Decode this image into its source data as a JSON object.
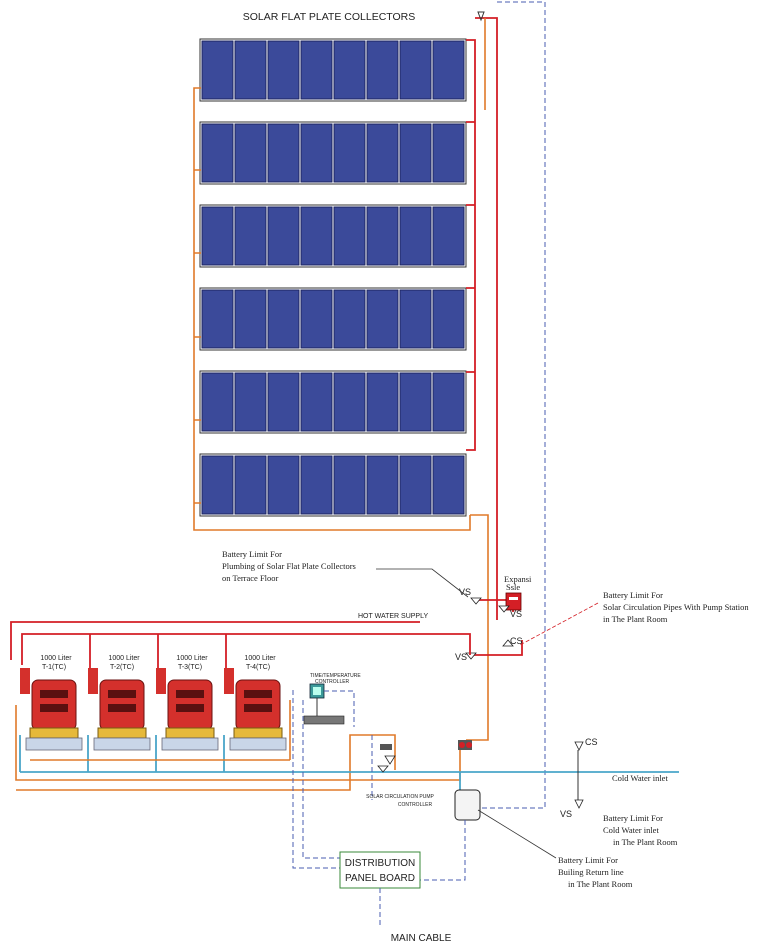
{
  "title": "SOLAR FLAT PLATE COLLECTORS",
  "collectors": {
    "rows": 6,
    "panels_per_row": 8,
    "panel_color": "#3b4a9a"
  },
  "tanks": [
    {
      "capacity": "1000 Liter",
      "tag": "T-1(TC)"
    },
    {
      "capacity": "1000 Liter",
      "tag": "T-2(TC)"
    },
    {
      "capacity": "1000 Liter",
      "tag": "T-3(TC)"
    },
    {
      "capacity": "1000 Liter",
      "tag": "T-4(TC)"
    }
  ],
  "labels": {
    "hot_water_supply": "HOT WATER SUPPLY",
    "time_temp_controller_1": "TIME/TEMPERATURE",
    "time_temp_controller_2": "CONTROLLER",
    "solar_pump_controller_1": "SOLAR CIRCULATION PUMP",
    "solar_pump_controller_2": "CONTROLLER",
    "expansion_vessel_1": "Expansi",
    "expansion_vessel_2": "Ssle",
    "cold_water_inlet": "Cold Water inlet",
    "distribution_panel_1": "DISTRIBUTION",
    "distribution_panel_2": "PANEL BOARD",
    "main_cable": "MAIN CABLE"
  },
  "valve_tags": {
    "vs1": "VS",
    "vs2": "VS",
    "vs3": "VS",
    "vs4": "VS",
    "cs1": "CS",
    "cs2": "CS"
  },
  "notes": {
    "collectors_limit": [
      "Battery Limit For",
      "Plumbing of Solar Flat Plate Collectors",
      "on Terrace Floor"
    ],
    "circulation_limit": [
      "Battery Limit For",
      "Solar Circulation Pipes With Pump Station",
      "in The Plant Room"
    ],
    "cold_water_limit": [
      "Battery Limit For",
      "Cold Water inlet",
      "in The Plant Room"
    ],
    "return_limit": [
      "Battery Limit For",
      "Builing Return line",
      "in The Plant Room"
    ]
  },
  "colors": {
    "hot_pipe": "#d41f26",
    "solar_loop": "#e07a2a",
    "cold_water": "#4aa6c9",
    "cable": "#4a5db0",
    "tank": "#d4302c",
    "tank_base": "#e6b93a",
    "panel_box": "#3a8a3a"
  }
}
